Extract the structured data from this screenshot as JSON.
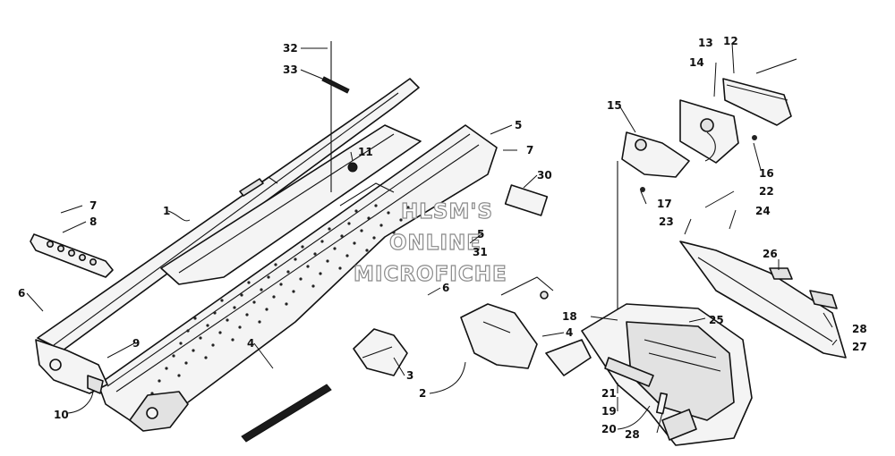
{
  "watermark": {
    "lines": [
      "HLSM'S",
      "ONLINE",
      "MICROFICHE"
    ]
  },
  "callouts": [
    {
      "id": "c32",
      "text": "32"
    },
    {
      "id": "c33",
      "text": "33"
    },
    {
      "id": "c11",
      "text": "11"
    },
    {
      "id": "c5a",
      "text": "5"
    },
    {
      "id": "c7a",
      "text": "7"
    },
    {
      "id": "c30",
      "text": "30"
    },
    {
      "id": "c7b",
      "text": "7"
    },
    {
      "id": "c8",
      "text": "8"
    },
    {
      "id": "c1",
      "text": "1"
    },
    {
      "id": "c6a",
      "text": "6"
    },
    {
      "id": "c6b",
      "text": "6"
    },
    {
      "id": "c9",
      "text": "9"
    },
    {
      "id": "c10",
      "text": "10"
    },
    {
      "id": "c4a",
      "text": "4"
    },
    {
      "id": "c5b",
      "text": "5"
    },
    {
      "id": "c31",
      "text": "31"
    },
    {
      "id": "c4b",
      "text": "4"
    },
    {
      "id": "c3",
      "text": "3"
    },
    {
      "id": "c2",
      "text": "2"
    },
    {
      "id": "c12",
      "text": "12"
    },
    {
      "id": "c13",
      "text": "13"
    },
    {
      "id": "c14",
      "text": "14"
    },
    {
      "id": "c15",
      "text": "15"
    },
    {
      "id": "c16",
      "text": "16"
    },
    {
      "id": "c17",
      "text": "17"
    },
    {
      "id": "c22",
      "text": "22"
    },
    {
      "id": "c23",
      "text": "23"
    },
    {
      "id": "c24",
      "text": "24"
    },
    {
      "id": "c26",
      "text": "26"
    },
    {
      "id": "c25",
      "text": "25"
    },
    {
      "id": "c18",
      "text": "18"
    },
    {
      "id": "c28a",
      "text": "28"
    },
    {
      "id": "c27",
      "text": "27"
    },
    {
      "id": "c21",
      "text": "21"
    },
    {
      "id": "c19",
      "text": "19"
    },
    {
      "id": "c20",
      "text": "20"
    },
    {
      "id": "c28b",
      "text": "28"
    }
  ]
}
